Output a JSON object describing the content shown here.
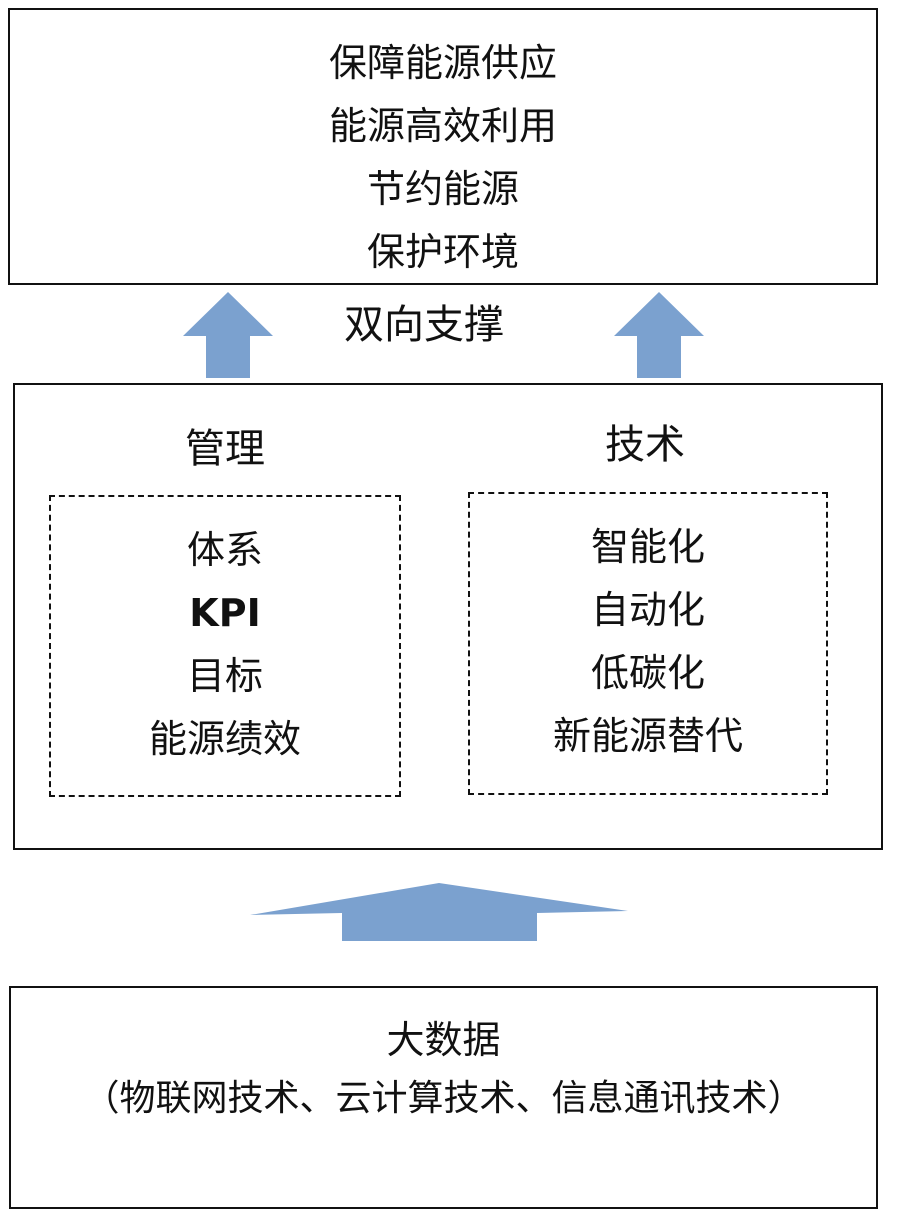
{
  "goals": {
    "items": [
      "保障能源供应",
      "能源高效利用",
      "节约能源",
      "保护环境"
    ]
  },
  "support_label": "双向支撑",
  "management": {
    "title": "管理",
    "items": [
      "体系",
      "KPI",
      "目标",
      "能源绩效"
    ]
  },
  "technology": {
    "title": "技术",
    "items": [
      "智能化",
      "自动化",
      "低碳化",
      "新能源替代"
    ]
  },
  "foundation": {
    "title": "大数据",
    "subtitle": "（物联网技术、云计算技术、信息通讯技术）"
  },
  "colors": {
    "arrow": "#7ba1cf",
    "border": "#111111"
  }
}
